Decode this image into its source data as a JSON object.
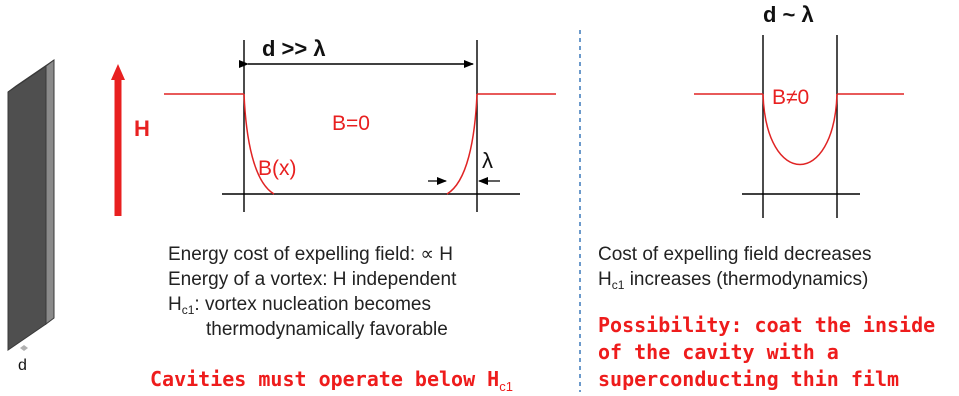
{
  "colors": {
    "field_red": "#e02424",
    "note_red": "#ee1c1c",
    "divider_blue": "#2e6fb5",
    "slab_gray": "#5c5c5c"
  },
  "slab": {
    "field_label": "H",
    "thickness_label": "d"
  },
  "thick_film": {
    "width_label": "d >> λ",
    "inside_label": "B=0",
    "profile_label": "B(x)",
    "penetration_label": "λ"
  },
  "thick_notes": {
    "line1": "Energy cost of expelling field: ∝ H",
    "line2": "Energy of a vortex: H independent",
    "line3_prefix": "H",
    "line3_sub": "c1",
    "line3_rest": ": vortex nucleation becomes",
    "line4": "thermodynamically favorable"
  },
  "thick_conclusion": {
    "text": "Cavities must operate below H",
    "sub": "c1"
  },
  "thin_film": {
    "width_label": "d ~ λ",
    "inside_label": "B≠0"
  },
  "thin_notes": {
    "line1": "Cost of expelling field decreases",
    "line2_prefix": "H",
    "line2_sub": "c1",
    "line2_rest": " increases (thermodynamics)"
  },
  "thin_conclusion": {
    "line1": "Possibility: coat the inside",
    "line2": "of the cavity with a",
    "line3": "superconducting thin film"
  }
}
